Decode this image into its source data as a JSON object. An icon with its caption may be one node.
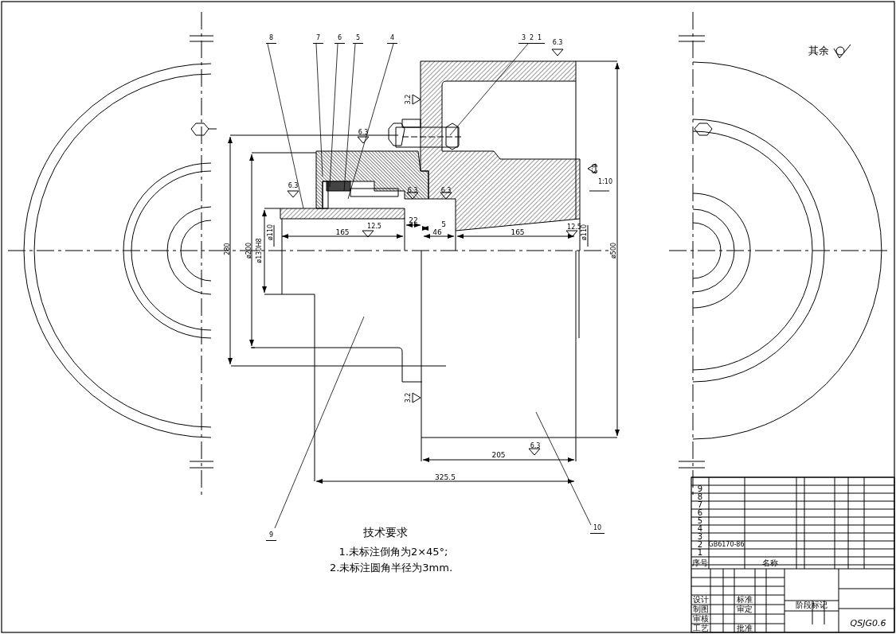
{
  "diagram": {
    "nodes": [
      {
        "text": [
          "8"
        ]
      },
      {
        "text": [
          "7"
        ]
      },
      {
        "text": [
          "6"
        ]
      },
      {
        "text": [
          "5"
        ]
      },
      {
        "text": [
          "4"
        ]
      },
      {
        "text": [
          "3"
        ]
      },
      {
        "text": [
          "2"
        ]
      },
      {
        "text": [
          "1"
        ]
      },
      {
        "text": [
          "9"
        ]
      },
      {
        "text": [
          "10"
        ]
      }
    ],
    "edges": [
      {
        "from": 0,
        "to": null,
        "arrow": "none"
      },
      {
        "from": 1,
        "to": null,
        "arrow": "none"
      },
      {
        "from": 2,
        "to": null,
        "arrow": "none"
      },
      {
        "from": 3,
        "to": null,
        "arrow": "none"
      },
      {
        "from": 4,
        "to": null,
        "arrow": "none"
      },
      {
        "from": 5,
        "to": null,
        "arrow": "none"
      },
      {
        "from": 6,
        "to": null,
        "arrow": "none"
      },
      {
        "from": 7,
        "to": null,
        "arrow": "none"
      },
      {
        "from": 8,
        "to": null,
        "arrow": "none"
      },
      {
        "from": 9,
        "to": null,
        "arrow": "none"
      }
    ],
    "labels": [
      "其余",
      "6.3",
      "3.2",
      "6.3",
      "6.3",
      "1:10",
      "6.3",
      "6.3",
      "6.3",
      "22",
      "5",
      "ø110",
      "165",
      "12.5",
      "46",
      "165",
      "12.5",
      "ø110",
      "280",
      "ø200",
      "ø130H8",
      "ø500",
      "3.2",
      "205",
      "6.3",
      "325.5",
      "技术要求",
      "1.未标注倒角为2×45°;",
      "2.未标注圆角半径为3mm.",
      "9",
      "8",
      "7",
      "6",
      "5",
      "4",
      "3",
      "2",
      "1",
      "GB6170-86",
      "序号",
      "名称",
      "设计",
      "标准",
      "制图",
      "审定",
      "审核",
      "工艺",
      "批准",
      "阶段标记",
      "QSJG0.6"
    ]
  }
}
